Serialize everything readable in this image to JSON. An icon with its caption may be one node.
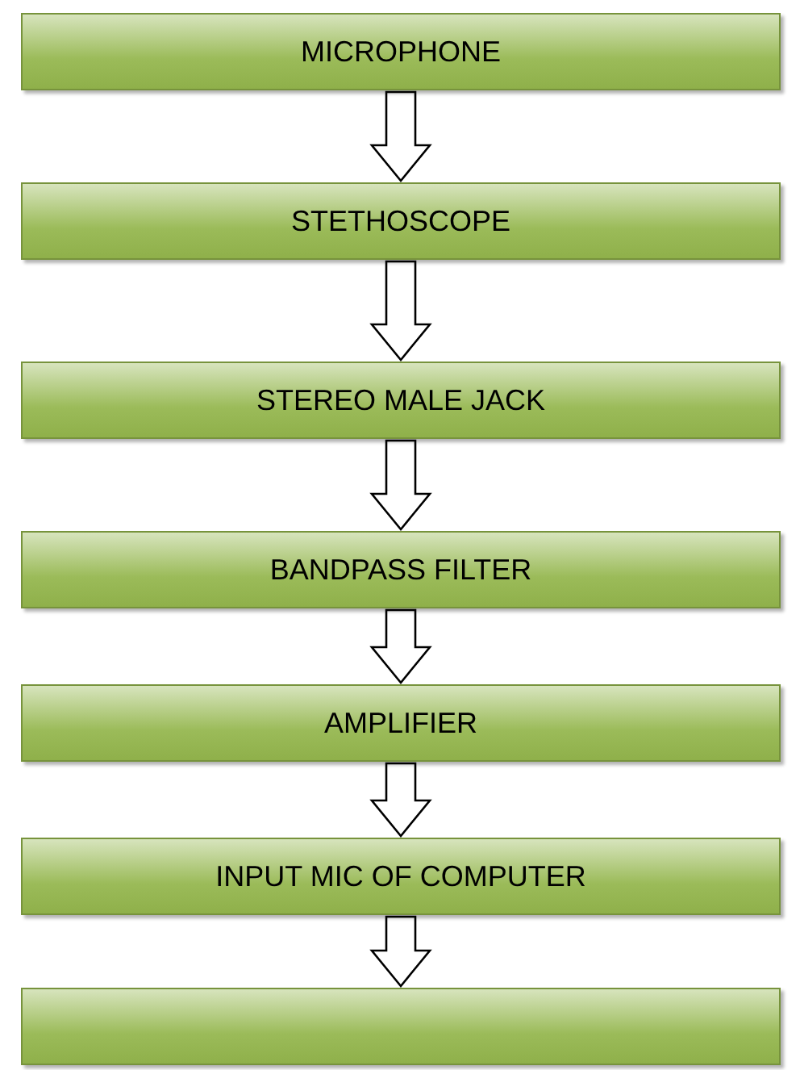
{
  "diagram": {
    "nodes": [
      {
        "text": [
          "MICROPHONE"
        ]
      },
      {
        "text": [
          "STETHOSCOPE"
        ]
      },
      {
        "text": [
          "STEREO MALE JACK"
        ]
      },
      {
        "text": [
          "BANDPASS FILTER"
        ]
      },
      {
        "text": [
          "AMPLIFIER"
        ]
      },
      {
        "text": [
          "INPUT MIC OF COMPUTER"
        ]
      },
      {
        "text": [],
        "shape": "box"
      }
    ],
    "edges": [
      {
        "from": 0,
        "to": 1,
        "arrow": "to"
      },
      {
        "from": 1,
        "to": 2,
        "arrow": "to"
      },
      {
        "from": 2,
        "to": 3,
        "arrow": "to"
      },
      {
        "from": 3,
        "to": 4,
        "arrow": "to"
      },
      {
        "from": 4,
        "to": 5,
        "arrow": "to"
      },
      {
        "from": 5,
        "to": 6,
        "arrow": "to"
      }
    ]
  }
}
